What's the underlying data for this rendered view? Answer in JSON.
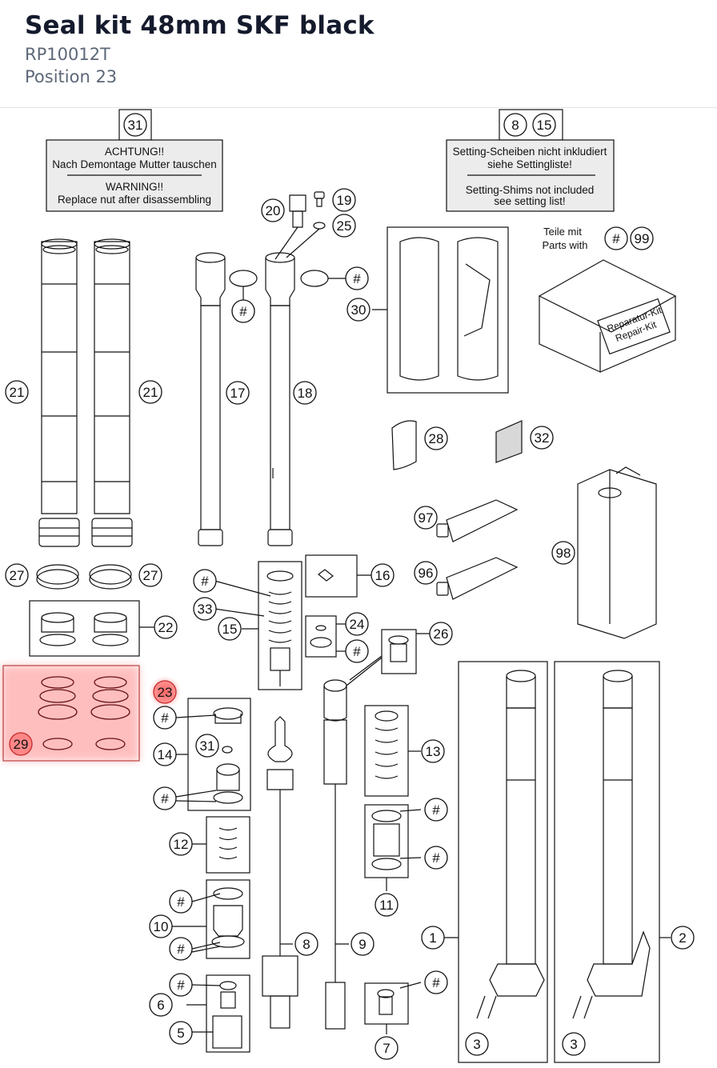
{
  "page": {
    "title": "Seal kit 48mm SKF black",
    "part_number": "RP10012T",
    "position": "Position 23"
  },
  "notes": {
    "left": {
      "de_1": "ACHTUNG!!",
      "de_2": "Nach Demontage Mutter tauschen",
      "en_1": "WARNING!!",
      "en_2": "Replace nut after disassembling"
    },
    "right": {
      "de_1": "Setting-Scheiben nicht inkludiert",
      "de_2": "siehe Settingliste!",
      "en_1": "Setting-Shims not included",
      "en_2": "see setting list!"
    },
    "teile_1": "Teile mit",
    "teile_2": "Parts with",
    "box_1": "Reparatur-Kit",
    "box_2": "Repair-Kit"
  },
  "callouts": {
    "n31a": "31",
    "n8": "8",
    "n15a": "15",
    "n20": "20",
    "n19": "19",
    "n25": "25",
    "h1": "#",
    "h2": "#",
    "n30": "30",
    "hk": "#",
    "n99": "99",
    "n21a": "21",
    "n21b": "21",
    "n17": "17",
    "n18": "18",
    "n28": "28",
    "n32": "32",
    "n97": "97",
    "n96": "96",
    "n98": "98",
    "n27a": "27",
    "n27b": "27",
    "h3": "#",
    "n16": "16",
    "n33": "33",
    "n15b": "15",
    "n24": "24",
    "h4": "#",
    "n22": "22",
    "n26": "26",
    "n23": "23",
    "n29": "29",
    "h5": "#",
    "n31b": "31",
    "n14": "14",
    "h6": "#",
    "n13": "13",
    "h7": "#",
    "h8": "#",
    "n12": "12",
    "n11": "11",
    "h9": "#",
    "n10": "10",
    "h10": "#",
    "n8b": "8",
    "n9": "9",
    "n1": "1",
    "n2": "2",
    "h11": "#",
    "n6": "6",
    "h12": "#",
    "n5": "5",
    "n7": "7",
    "n3a": "3",
    "n3b": "3"
  },
  "highlight": {
    "position": "23",
    "color": "#ff5a5a"
  }
}
